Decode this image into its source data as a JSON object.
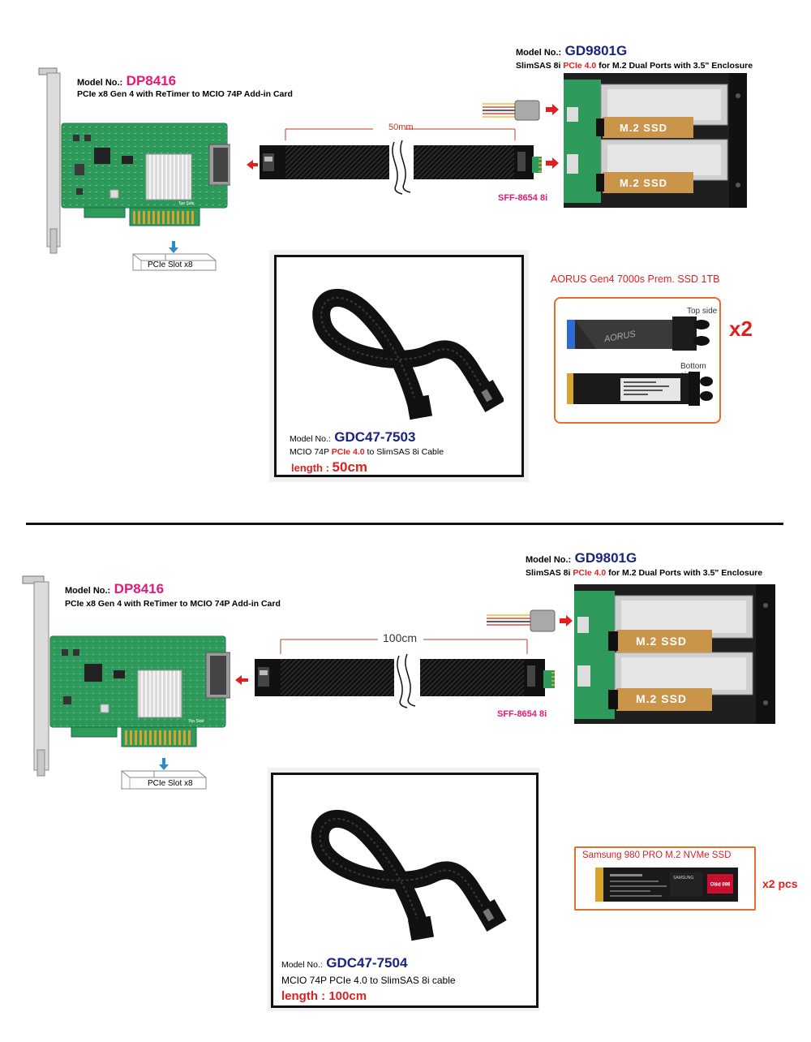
{
  "top": {
    "card": {
      "model_label": "Model No.:",
      "model": "DP8416",
      "desc": "PCIe x8 Gen 4 with ReTimer to MCIO 74P Add-in Card",
      "board_text": "Top Side",
      "slot_label": "PCIe Slot x8"
    },
    "enclosure": {
      "model_label": "Model No.:",
      "model": "GD9801G",
      "desc_a": "SlimSAS 8i ",
      "desc_pcie": "PCIe 4.0",
      "desc_b": " for M.2 Dual Ports with 3.5\" Enclosure",
      "ssd1": "M.2 SSD",
      "ssd2": "M.2 SSD"
    },
    "cable_length_mark": "50mm",
    "connector": "SFF-8654 8i",
    "cable": {
      "model_label": "Model No.:",
      "model": "GDC47-7503",
      "desc_a": "MCIO 74P ",
      "desc_pcie": "PCIe 4.0",
      "desc_b": " to SlimSAS 8i Cable",
      "length_label": "length : ",
      "length": "50cm"
    },
    "ssd": {
      "title": "AORUS Gen4 7000s Prem. SSD 1TB",
      "top_side": "Top side",
      "bottom_side": "Bottom side",
      "quantity": "x2",
      "brand": "AORUS"
    }
  },
  "bottom": {
    "card": {
      "model_label": "Model No.:",
      "model": "DP8416",
      "desc": "PCIe x8 Gen 4 with ReTimer to MCIO 74P Add-in Card",
      "board_text": "Top Side",
      "slot_label": "PCIe Slot x8"
    },
    "enclosure": {
      "model_label": "Model No.:",
      "model": "GD9801G",
      "desc_a": "SlimSAS 8i ",
      "desc_pcie": "PCIe 4.0",
      "desc_b": " for M.2 Dual Ports with 3.5\" Enclosure",
      "ssd1": "M.2 SSD",
      "ssd2": "M.2 SSD"
    },
    "cable_length_mark": "100cm",
    "connector": "SFF-8654 8i",
    "cable": {
      "model_label": "Model No.:",
      "model": "GDC47-7504",
      "desc": "MCIO 74P PCIe 4.0 to SlimSAS 8i cable",
      "length": "length : 100cm"
    },
    "ssd": {
      "title": "Samsung 980 PRO M.2 NVMe SSD",
      "quantity": "x2 pcs",
      "brand": "SAMSUNG",
      "badge": "980 PRO"
    }
  },
  "colors": {
    "pink": "#e6197a",
    "navy": "#1a237e",
    "red": "#e02020",
    "pcb_green": "#2e9a5c",
    "ssd_tan": "#c9954a"
  }
}
